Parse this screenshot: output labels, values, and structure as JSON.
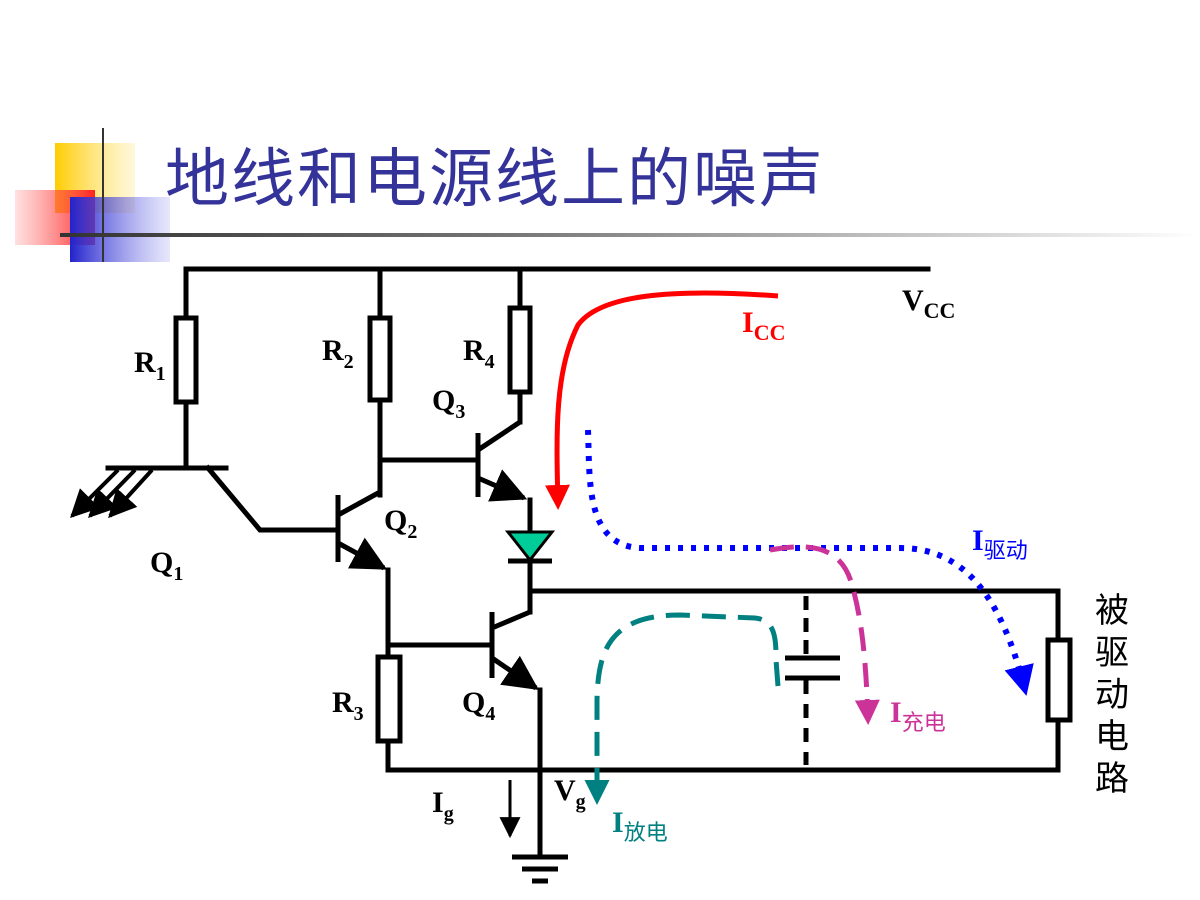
{
  "slide": {
    "title": "地线和电源线上的噪声"
  },
  "labels": {
    "vcc_main": "V",
    "vcc_sub": "CC",
    "r1_main": "R",
    "r1_sub": "1",
    "r2_main": "R",
    "r2_sub": "2",
    "r3_main": "R",
    "r3_sub": "3",
    "r4_main": "R",
    "r4_sub": "4",
    "q1_main": "Q",
    "q1_sub": "1",
    "q2_main": "Q",
    "q2_sub": "2",
    "q3_main": "Q",
    "q3_sub": "3",
    "q4_main": "Q",
    "q4_sub": "4",
    "ig_main": "I",
    "ig_sub": "g",
    "vg_main": "V",
    "vg_sub": "g",
    "load_chars": [
      "被",
      "驱",
      "动",
      "电",
      "路"
    ]
  },
  "currents": {
    "icc": {
      "main": "I",
      "sub": "CC"
    },
    "drive": {
      "main": "I",
      "sub": "驱动"
    },
    "charge": {
      "main": "I",
      "sub": "充电"
    },
    "discharge": {
      "main": "I",
      "sub": "放电"
    }
  },
  "colors": {
    "title": "#333399",
    "icc": "#ff0000",
    "drive": "#0000ff",
    "charge": "#cc3399",
    "discharge": "#008080",
    "diode": "#00cc99",
    "wire": "#000000"
  },
  "icons": {
    "corner": "corner-squares-decoration",
    "photo": "light-arrows-icon",
    "ground": "ground-symbol-icon"
  }
}
